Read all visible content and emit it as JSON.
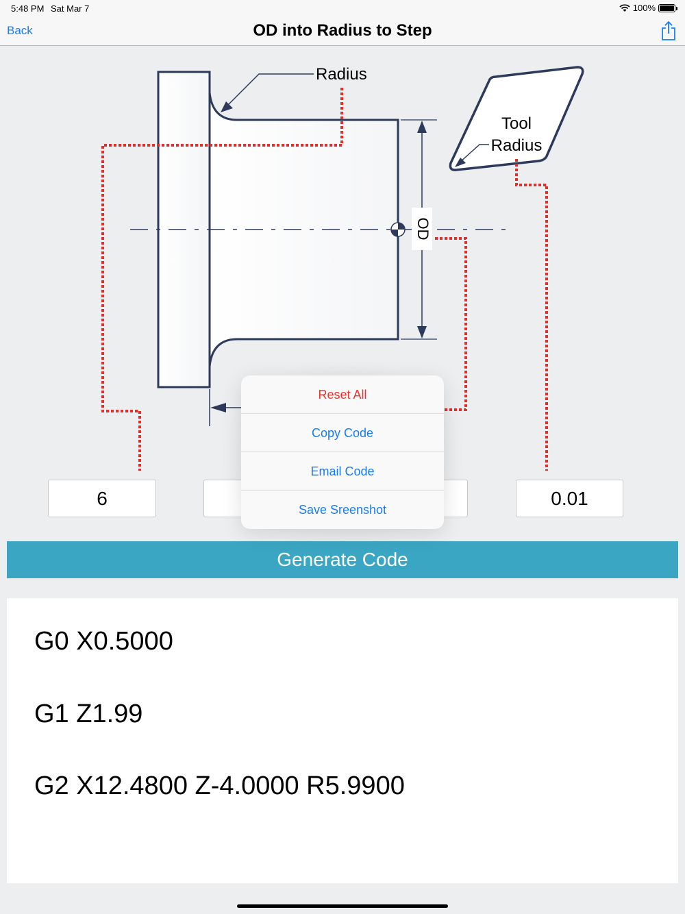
{
  "status": {
    "time": "5:48 PM",
    "date": "Sat Mar 7",
    "battery": "100%"
  },
  "nav": {
    "back_label": "Back",
    "title": "OD into Radius to Step"
  },
  "diagram": {
    "radius_label": "Radius",
    "tool_label_1": "Tool",
    "tool_label_2": "Radius",
    "od_label": "OD"
  },
  "inputs": {
    "radius_value": "6",
    "od_value": "",
    "step_value": "",
    "tool_radius_value": "0.01"
  },
  "generate_label": "Generate Code",
  "code_lines": [
    "G0 X0.5000",
    "G1 Z1.99",
    "G2 X12.4800 Z-4.0000 R5.9900"
  ],
  "popover": {
    "items": [
      "Reset All",
      "Copy Code",
      "Email Code",
      "Save Sreenshot"
    ]
  },
  "colors": {
    "accent": "#1a7cf4",
    "destructive": "#f0322d",
    "button": "#3aa6c3",
    "dotted": "#e0302e",
    "outline": "#2d3a5c"
  }
}
